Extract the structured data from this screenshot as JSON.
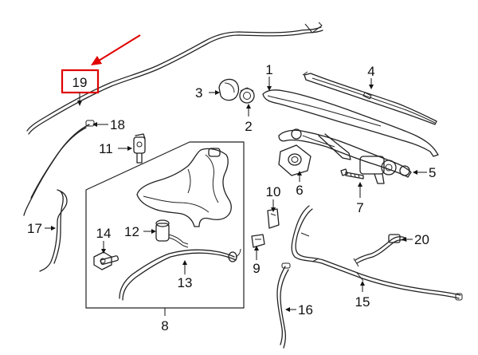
{
  "callouts": {
    "c1": "1",
    "c2": "2",
    "c3": "3",
    "c4": "4",
    "c5": "5",
    "c6": "6",
    "c7": "7",
    "c8": "8",
    "c9": "9",
    "c10": "10",
    "c11": "11",
    "c12": "12",
    "c13": "13",
    "c14": "14",
    "c15": "15",
    "c16": "16",
    "c17": "17",
    "c18": "18",
    "c19": "19",
    "c20": "20"
  },
  "colors": {
    "highlight": "#e00000",
    "line": "#222222",
    "background": "#ffffff"
  },
  "highlighted_callout": "19"
}
